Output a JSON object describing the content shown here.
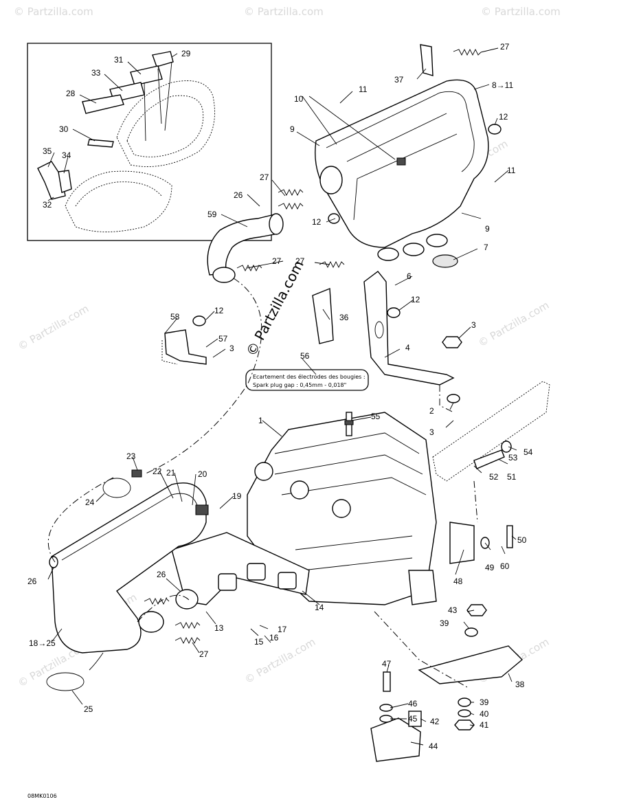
{
  "diagram": {
    "watermark_text": "© Partzilla.com",
    "main_watermark_text": "© Partzilla.com",
    "drawing_code": "08MK0106",
    "note_line1": "Ecartement des électrodes des bougies :",
    "note_line2": "Spark plug gap :   0,45mm - 0,018\"",
    "labels": {
      "l1": "1",
      "l2": "2",
      "l3a": "3",
      "l3b": "3",
      "l3c": "3",
      "l4": "4",
      "l6": "6",
      "l7": "7",
      "l8": "8→11",
      "l9a": "9",
      "l9b": "9",
      "l10": "10",
      "l11a": "11",
      "l11b": "11",
      "l12a": "12",
      "l12b": "12",
      "l12c": "12",
      "l12d": "12",
      "l13": "13",
      "l14": "14",
      "l15": "15",
      "l16": "16",
      "l17": "17",
      "l18": "18→25",
      "l19": "19",
      "l20": "20",
      "l21": "21",
      "l22": "22",
      "l23": "23",
      "l24": "24",
      "l25": "25",
      "l26a": "26",
      "l26b": "26",
      "l26c": "26",
      "l27a": "27",
      "l27b": "27",
      "l27c": "27",
      "l27d": "27",
      "l27e": "27",
      "l28": "28",
      "l29": "29",
      "l30": "30",
      "l31": "31",
      "l32": "32",
      "l33": "33",
      "l34": "34",
      "l35": "35",
      "l36": "36",
      "l37": "37",
      "l38": "38",
      "l39a": "39",
      "l39b": "39",
      "l40": "40",
      "l41": "41",
      "l42": "42",
      "l43": "43",
      "l44": "44",
      "l45": "45",
      "l46": "46",
      "l47": "47",
      "l48": "48",
      "l49": "49",
      "l50": "50",
      "l51": "51",
      "l52": "52",
      "l53": "53",
      "l54": "54",
      "l55": "55",
      "l56": "56",
      "l57": "57",
      "l58": "58",
      "l59": "59",
      "l60": "60"
    }
  }
}
